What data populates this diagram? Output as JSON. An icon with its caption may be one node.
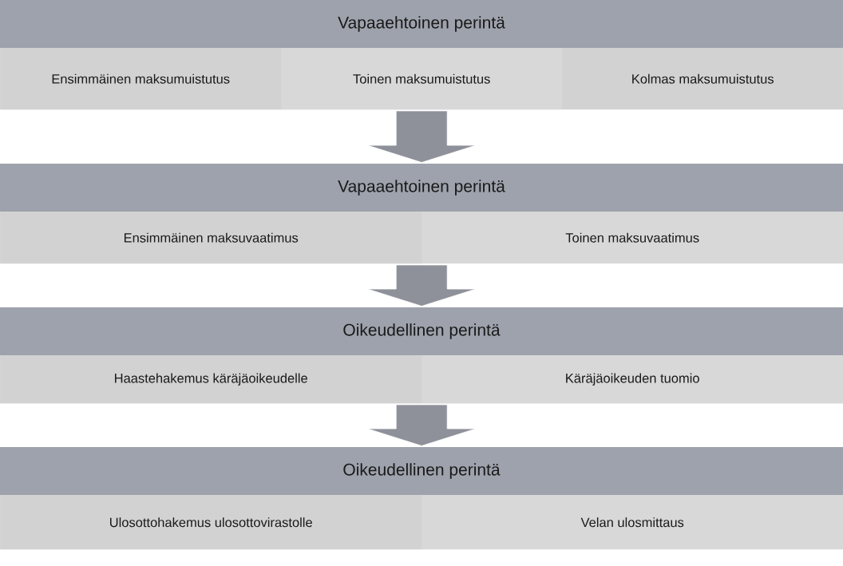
{
  "diagram": {
    "nodes": [
      {
        "text": [
          "Vapaaehtoinen perintä"
        ]
      },
      {
        "text": [
          "Ensimmäinen maksumuistutus"
        ],
        "in": 0
      },
      {
        "text": [
          "Toinen maksumuistutus"
        ],
        "in": 0
      },
      {
        "text": [
          "Kolmas maksumuistutus"
        ],
        "in": 0
      },
      {
        "text": [
          "Vapaaehtoinen perintä"
        ]
      },
      {
        "text": [
          "Ensimmäinen maksuvaatimus"
        ],
        "in": 4
      },
      {
        "text": [
          "Toinen maksuvaatimus"
        ],
        "in": 4
      },
      {
        "text": [
          "Oikeudellinen perintä"
        ]
      },
      {
        "text": [
          "Haastehakemus käräjäoikeudelle"
        ],
        "in": 7
      },
      {
        "text": [
          "Käräjäoikeuden tuomio"
        ],
        "in": 7
      },
      {
        "text": [
          "Oikeudellinen perintä"
        ]
      },
      {
        "text": [
          "Ulosottohakemus ulosottovirastolle"
        ],
        "in": 10
      },
      {
        "text": [
          "Velan ulosmittaus"
        ],
        "in": 10
      }
    ],
    "edges": [
      {
        "from": 0,
        "to": 4,
        "arrow": "to"
      },
      {
        "from": 4,
        "to": 7,
        "arrow": "to"
      },
      {
        "from": 7,
        "to": 10,
        "arrow": "to"
      }
    ]
  }
}
